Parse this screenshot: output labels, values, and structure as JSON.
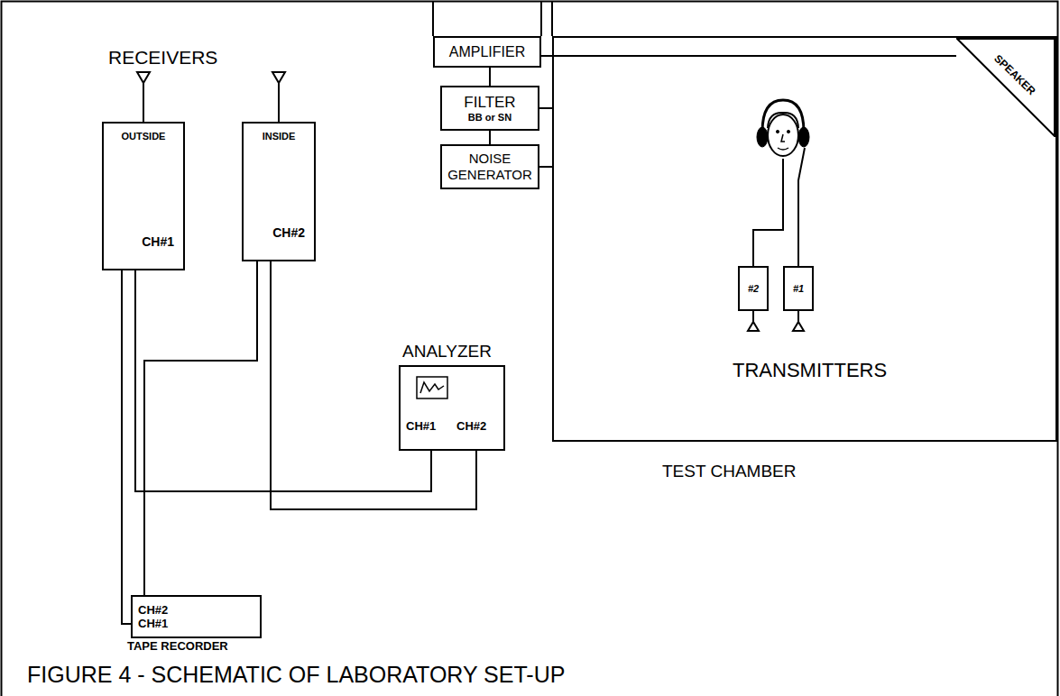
{
  "diagram": {
    "caption": "FIGURE 4 - SCHEMATIC OF LABORATORY SET-UP",
    "nodes": [
      {
        "text": [
          "OUTSIDE",
          "CH#1"
        ]
      },
      {
        "text": [
          "INSIDE",
          "CH#2"
        ]
      },
      {
        "text": [
          "AMPLIFIER"
        ]
      },
      {
        "text": [
          "FILTER",
          "BB or SN"
        ]
      },
      {
        "text": [
          "NOISE GENERATOR"
        ]
      },
      {
        "text": [
          "TEST CHAMBER"
        ]
      },
      {
        "text": [
          "SPEAKER"
        ],
        "in": 5
      },
      {
        "text": [
          "#2"
        ],
        "in": 5
      },
      {
        "text": [
          "#1"
        ],
        "in": 5
      },
      {
        "text": [
          "ANALYZER",
          "CH#1",
          "CH#2"
        ]
      },
      {
        "text": [
          "CH#2",
          "CH#1",
          "TAPE RECORDER"
        ]
      }
    ],
    "edges": [
      {
        "from": 4,
        "to": 3,
        "arrow": "none"
      },
      {
        "from": 3,
        "to": 2,
        "arrow": "none"
      },
      {
        "from": 2,
        "to": 6,
        "arrow": "none"
      },
      {
        "from": 0,
        "to": 10,
        "arrow": "none"
      },
      {
        "from": 0,
        "to": 9,
        "arrow": "none"
      },
      {
        "from": 1,
        "to": 10,
        "arrow": "none"
      },
      {
        "from": 1,
        "to": 9,
        "arrow": "none"
      }
    ],
    "labels": [
      "RECEIVERS",
      "TRANSMITTERS"
    ]
  }
}
